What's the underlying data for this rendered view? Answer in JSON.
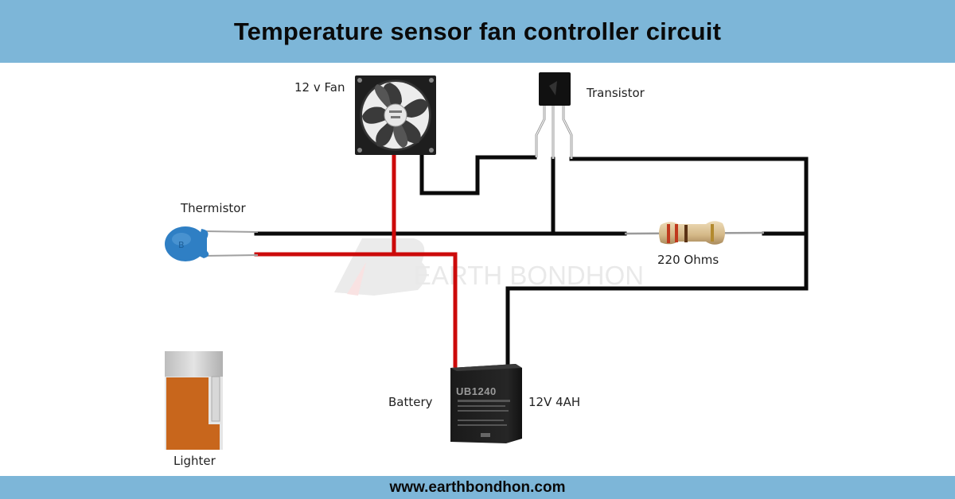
{
  "header": {
    "title": "Temperature sensor fan controller circuit"
  },
  "footer": {
    "website": "www.earthbondhon.com"
  },
  "watermark": {
    "text": "EARTH BONDHON"
  },
  "components": {
    "fan": {
      "label": "12 v Fan"
    },
    "transistor": {
      "label": "Transistor"
    },
    "thermistor": {
      "label": "Thermistor"
    },
    "resistor": {
      "label": "220 Ohms"
    },
    "battery": {
      "label": "Battery",
      "rating": "12V 4AH",
      "model": "UB1240"
    },
    "lighter": {
      "label": "Lighter"
    }
  },
  "colors": {
    "banner": "#7db6d8",
    "wire_positive": "#cc0a0a",
    "wire_negative": "#0a0a0a",
    "thermistor_body": "#2f7fc4",
    "lighter_body": "#c8661c",
    "lighter_cap": "#cfcfcf",
    "resistor_body": "#d9bf94"
  }
}
